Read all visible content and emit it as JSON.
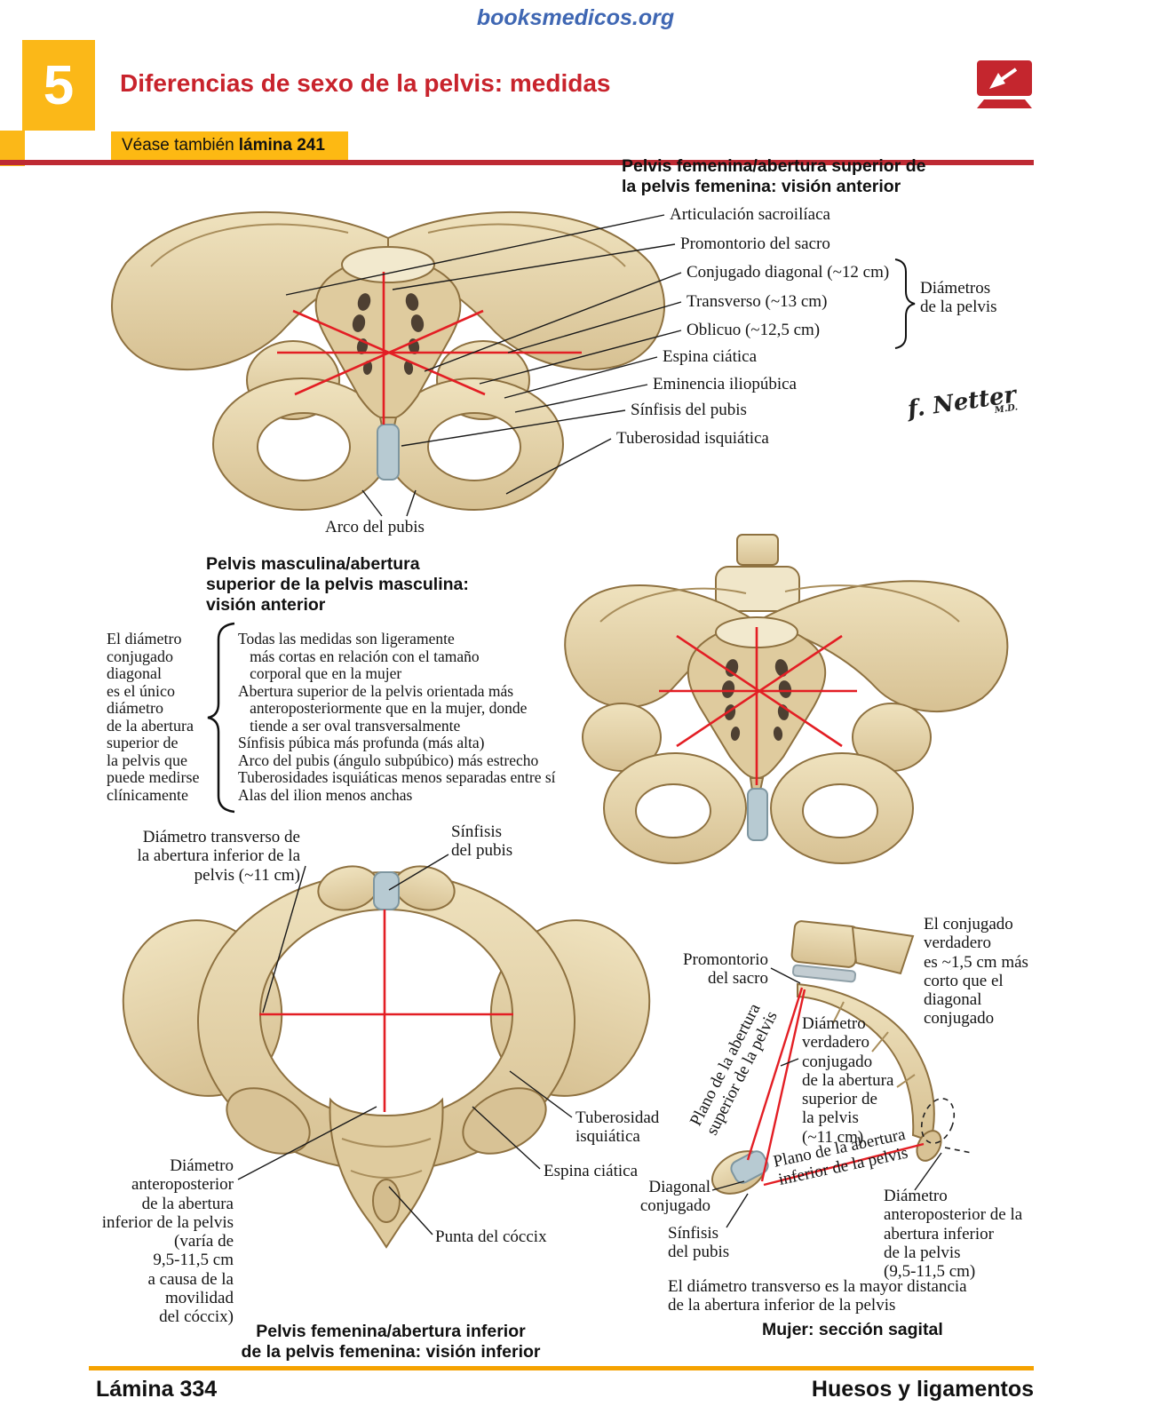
{
  "header": {
    "watermark": "booksmedicos.org",
    "chapter_number": "5",
    "title": "Diferencias de sexo de la pelvis: medidas",
    "see_also_prefix": "Véase también",
    "see_also_bold": "lámina 241"
  },
  "fig_female_superior": {
    "title": "Pelvis femenina/abertura superior de\nla pelvis femenina: visión anterior",
    "labels": {
      "sacroiliac": "Articulación sacroilíaca",
      "promontory": "Promontorio del sacro",
      "diagonal_conjugate": "Conjugado diagonal (~12 cm)",
      "transverse": "Transverso (~13 cm)",
      "oblique": "Oblicuo (~12,5 cm)",
      "diameters_group": "Diámetros\nde la pelvis",
      "ischial_spine": "Espina ciática",
      "iliopubic_eminence": "Eminencia iliopúbica",
      "pubic_symphysis": "Sínfisis del pubis",
      "ischial_tuberosity": "Tuberosidad isquiática",
      "pubic_arch": "Arco del pubis"
    },
    "signature": "f. Netter",
    "signature_suffix": "M.D."
  },
  "fig_male_superior": {
    "title": "Pelvis masculina/abertura\nsuperior de la pelvis masculina:\nvisión anterior",
    "side_note": "El diámetro\nconjugado\ndiagonal\nes el único\ndiámetro\nde la abertura\nsuperior de\nla pelvis que\npuede medirse\nclínicamente",
    "points": [
      "Todas las medidas son ligeramente\n   más cortas en relación con el tamaño\n   corporal que en la mujer",
      "Abertura superior de la pelvis orientada más\n   anteroposteriormente que en la mujer, donde\n   tiende a ser oval transversalmente",
      "Sínfisis púbica más profunda (más alta)",
      "Arco del pubis (ángulo subpúbico) más estrecho",
      "Tuberosidades isquiáticas menos separadas entre sí",
      "Alas del ilion menos anchas"
    ]
  },
  "fig_female_inferior": {
    "labels": {
      "transverse_diameter": "Diámetro transverso de\nla abertura inferior de la\npelvis (~11 cm)",
      "pubic_symphysis": "Sínfisis\ndel pubis",
      "ischial_tuberosity": "Tuberosidad\nisquiática",
      "ischial_spine": "Espina ciática",
      "ap_diameter": "Diámetro\nanteroposterior\nde la abertura\ninferior de la pelvis\n(varía de\n9,5-11,5 cm\na causa de la\nmovilidad\ndel cóccix)",
      "coccyx_tip": "Punta del cóccix"
    },
    "title": "Pelvis femenina/abertura inferior\nde la pelvis femenina: visión inferior"
  },
  "fig_sagittal": {
    "labels": {
      "true_conjugate_note": "El conjugado\nverdadero\nes ~1,5 cm más\ncorto que el\ndiagonal\nconjugado",
      "promontory": "Promontorio\ndel sacro",
      "inlet_plane": "Plano de la abertura\nsuperior de la pelvis",
      "true_conjugate": "Diámetro\nverdadero\nconjugado\nde la abertura\nsuperior de\nla pelvis\n(~11 cm)",
      "outlet_plane": "Plano de la abertura\ninferior de la pelvis",
      "diagonal_conjugate": "Diagonal\nconjugado",
      "pubic_symphysis": "Sínfisis\ndel pubis",
      "ap_diameter": "Diámetro\nanteroposterior de la\nabertura inferior\nde la pelvis\n(9,5-11,5 cm)"
    },
    "note": "El diámetro transverso es la mayor distancia\nde la abertura inferior de la pelvis",
    "title": "Mujer: sección sagital"
  },
  "footer": {
    "plate": "Lámina 334",
    "section": "Huesos y ligamentos"
  }
}
